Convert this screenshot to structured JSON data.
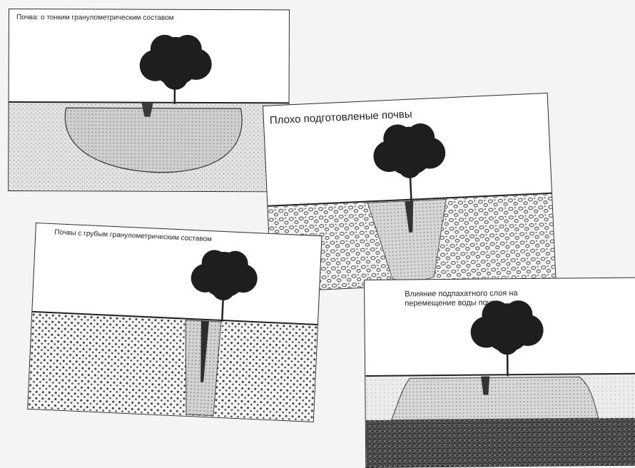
{
  "panels": [
    {
      "caption": "Почва: о тонким гранулометрическим составом",
      "texture": "fine"
    },
    {
      "caption": "Плохо подготовленые почвы",
      "texture": "cobble"
    },
    {
      "caption": "Почвы с грубым гранулометрическим составом",
      "texture": "coarse"
    },
    {
      "caption": "Влияние подпахатного слоя на перемещение воды почве",
      "texture": "hardpan"
    }
  ],
  "colors": {
    "ink": "#222222",
    "paper": "#ffffff",
    "soil_light": "#d9d9d9",
    "soil_dark": "#4a4a4a"
  }
}
